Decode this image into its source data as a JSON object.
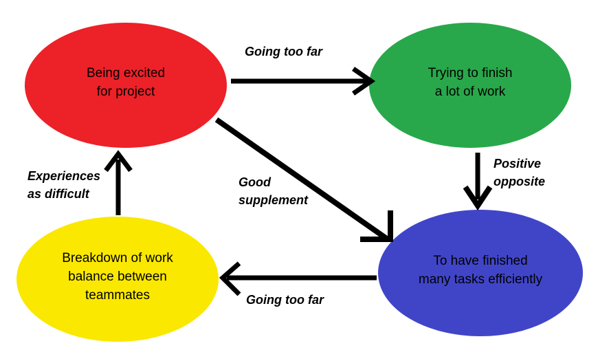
{
  "diagram": {
    "type": "cycle-flow-diagram",
    "background_color": "#ffffff",
    "nodes": [
      {
        "id": "being-excited",
        "label": "Being excited\nfor project",
        "color": "#ED2128",
        "shape": "ellipse",
        "position": "top-left"
      },
      {
        "id": "trying-to-finish",
        "label": "Trying to finish\na lot of work",
        "color": "#28A84A",
        "shape": "ellipse",
        "position": "top-right"
      },
      {
        "id": "breakdown-of-work",
        "label": "Breakdown of work\nbalance between\nteammates",
        "color": "#FAE800",
        "shape": "ellipse",
        "position": "bottom-left"
      },
      {
        "id": "to-have-finished",
        "label": "To have finished\nmany tasks efficiently",
        "color": "#4045C8",
        "shape": "ellipse",
        "position": "bottom-right"
      }
    ],
    "edges": [
      {
        "id": "excited-to-trying",
        "label": "Going too far",
        "from": "being-excited",
        "to": "trying-to-finish",
        "direction": "right",
        "color": "#000000"
      },
      {
        "id": "trying-to-finished",
        "label": "Positive\nopposite",
        "from": "trying-to-finish",
        "to": "to-have-finished",
        "direction": "down",
        "color": "#000000"
      },
      {
        "id": "finished-to-breakdown",
        "label": "Going too far",
        "from": "to-have-finished",
        "to": "breakdown-of-work",
        "direction": "left",
        "color": "#000000"
      },
      {
        "id": "breakdown-to-excited",
        "label": "Experiences\nas difficult",
        "from": "breakdown-of-work",
        "to": "being-excited",
        "direction": "up",
        "color": "#000000"
      },
      {
        "id": "excited-to-finished",
        "label": "Good\nsupplement",
        "from": "being-excited",
        "to": "to-have-finished",
        "direction": "diagonal-down-right",
        "color": "#000000"
      }
    ]
  }
}
